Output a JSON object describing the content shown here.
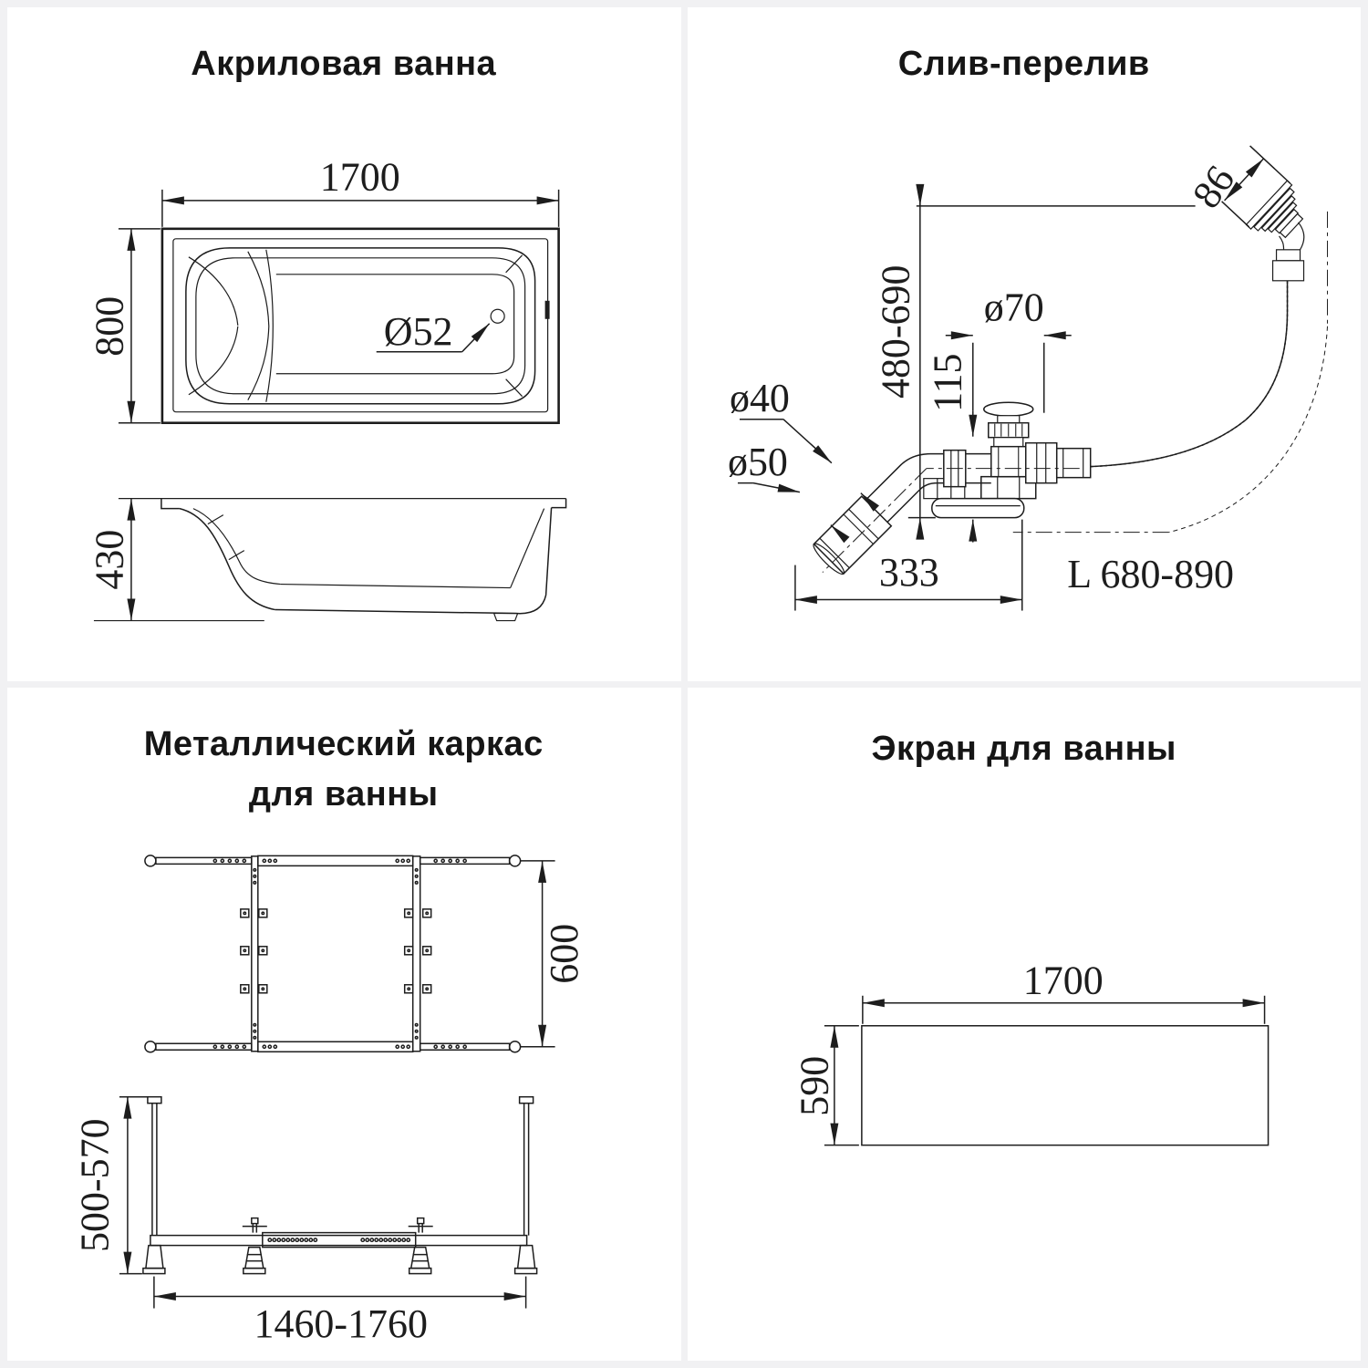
{
  "page": {
    "background": "#f1f1f3",
    "panel_background": "#ffffff",
    "line_color": "#1d1d1d"
  },
  "panels": {
    "acrylic_bath": {
      "title": "Акриловая ванна",
      "length": "1700",
      "width": "800",
      "drain_diameter": "Ø52",
      "height": "430"
    },
    "drain_overflow": {
      "title": "Слив-перелив",
      "overflow_diameter": "86",
      "height_range": "480-690",
      "cap_diameter": "ø70",
      "drain_offset": "115",
      "pipe_diameter": "ø40",
      "outlet_diameter": "ø50",
      "horizontal_offset": "333",
      "hose_length": "L 680-890"
    },
    "metal_frame": {
      "title_line1": "Металлический каркас",
      "title_line2": "для ванны",
      "width": "600",
      "height_range": "500-570",
      "length_range": "1460-1760"
    },
    "bath_screen": {
      "title": "Экран для ванны",
      "length": "1700",
      "height": "590"
    }
  }
}
